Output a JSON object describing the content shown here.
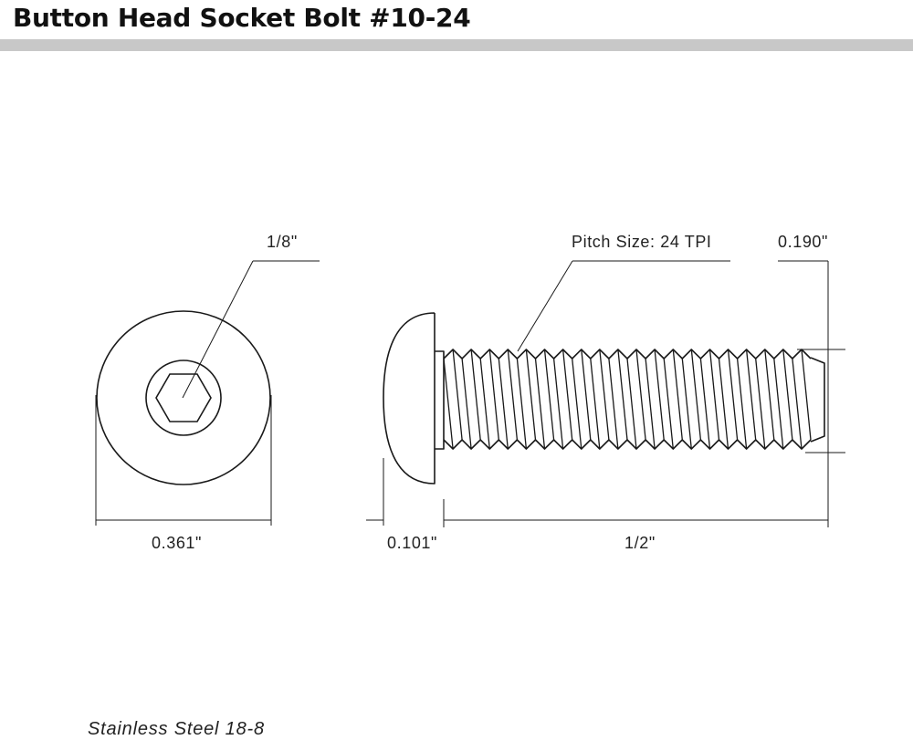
{
  "title": "Button Head Socket Bolt #10-24",
  "dimensions": {
    "hex_size": "1/8\"",
    "head_diameter": "0.361\"",
    "head_height": "0.101\"",
    "length": "1/2\"",
    "thread_diameter": "0.190\"",
    "pitch": "Pitch Size: 24 TPI"
  },
  "material": "Stainless Steel 18-8"
}
